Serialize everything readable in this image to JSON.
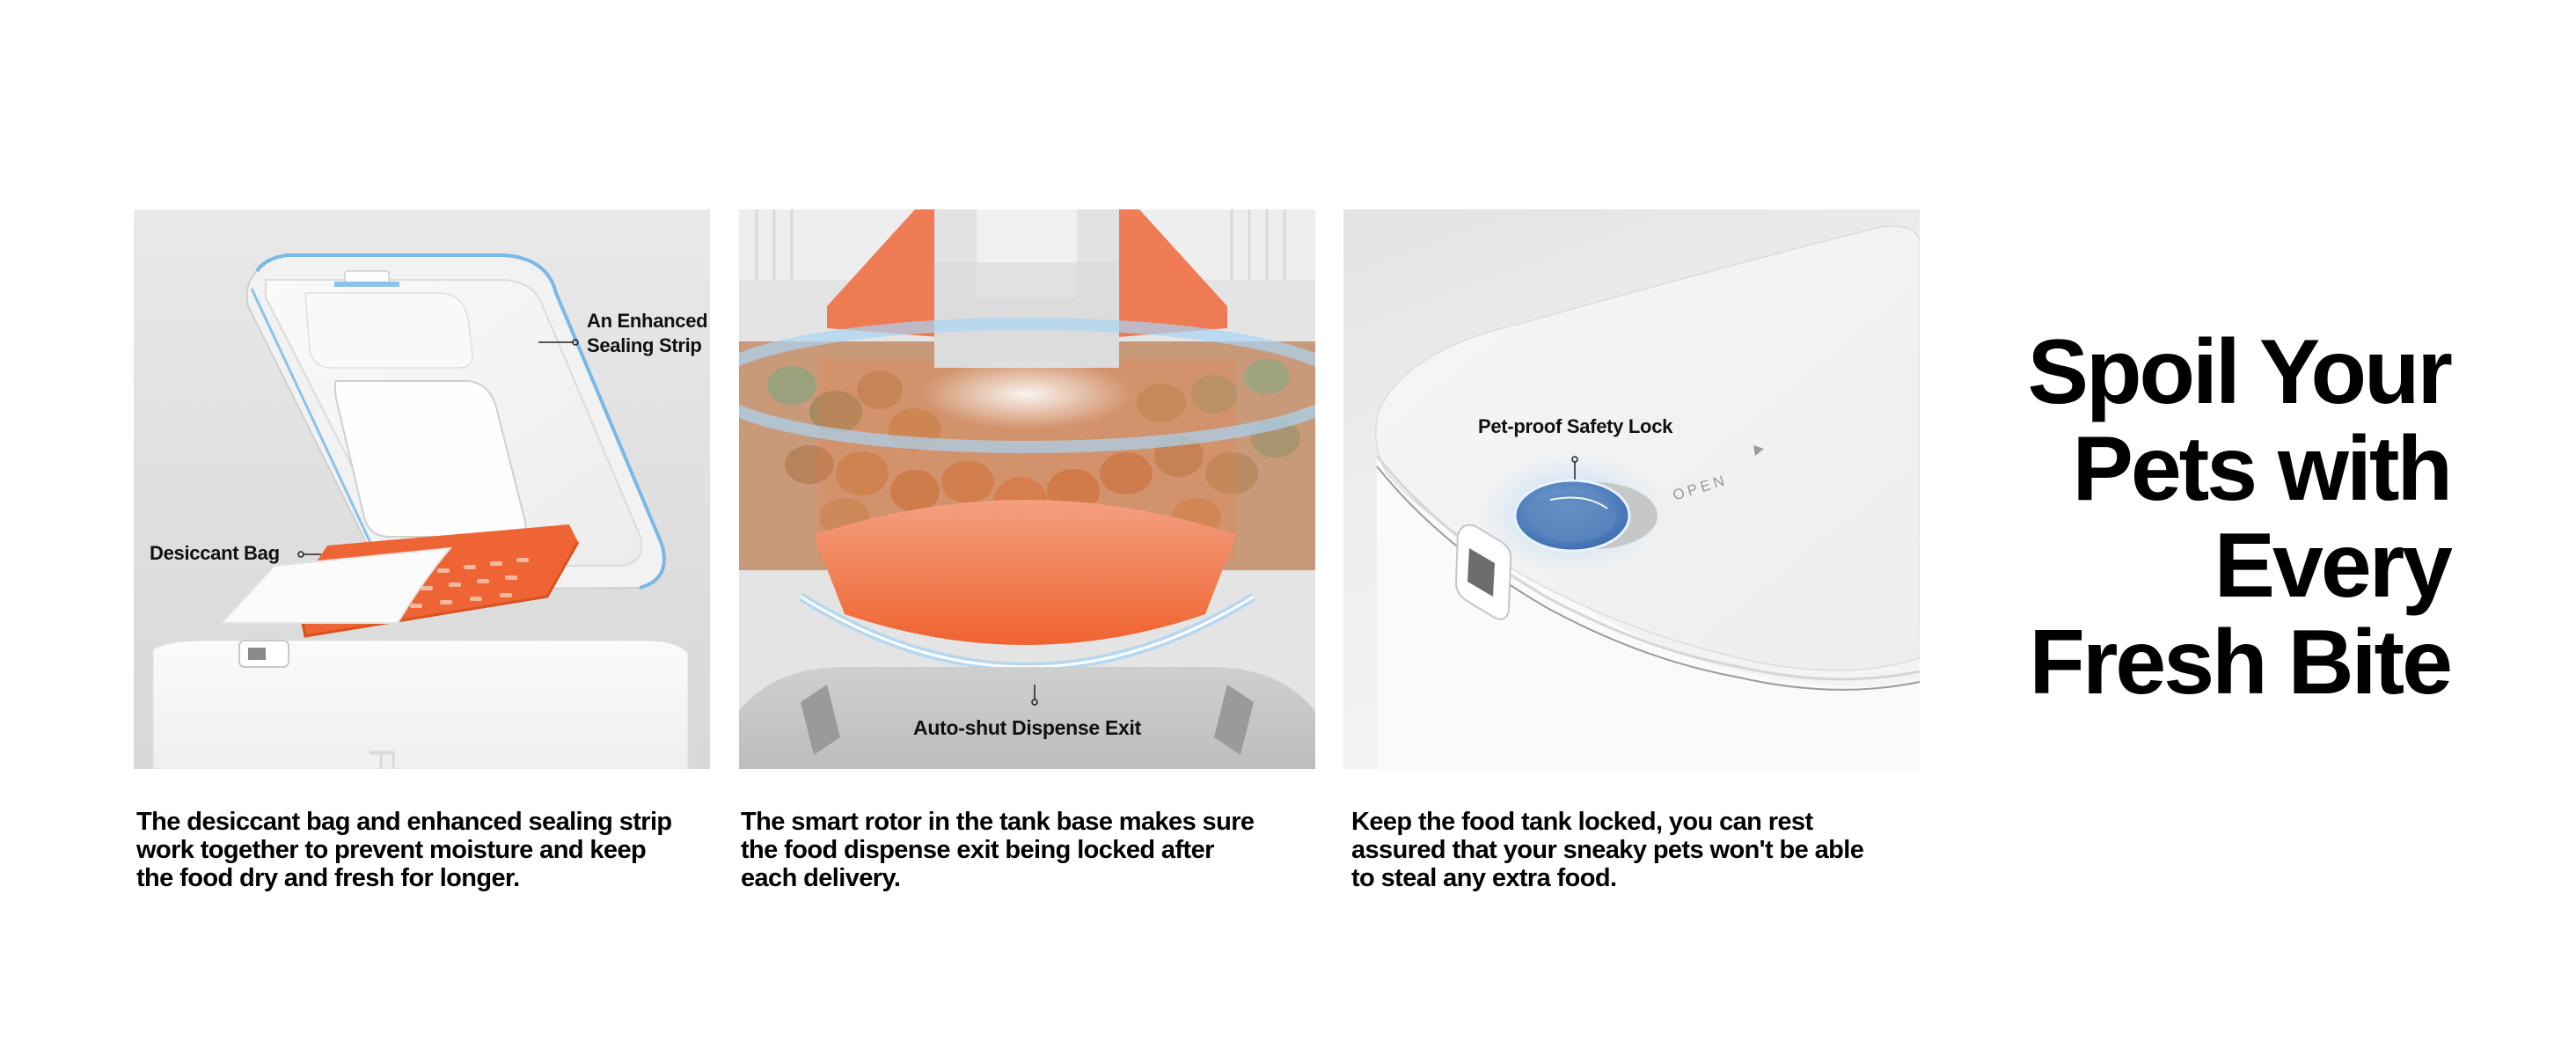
{
  "headline": {
    "lines": [
      "Spoil Your",
      "Pets with",
      "Every",
      "Fresh Bite"
    ]
  },
  "panels": [
    {
      "id": "desiccant",
      "callouts": {
        "sealing_strip": [
          "An Enhanced",
          "Sealing Strip"
        ],
        "desiccant_bag": "Desiccant Bag"
      },
      "embossed_text": "FR",
      "caption": [
        "The desiccant bag and enhanced sealing strip",
        "work together to prevent moisture and keep",
        "the food dry and fresh for longer."
      ]
    },
    {
      "id": "rotor",
      "callouts": {
        "dispense_exit": "Auto-shut Dispense Exit"
      },
      "caption": [
        "The smart rotor in the tank base makes sure",
        "the food dispense exit being locked after",
        "each delivery."
      ]
    },
    {
      "id": "lock",
      "callouts": {
        "safety_lock": "Pet-proof Safety Lock",
        "open_marking": "OPEN"
      },
      "caption": [
        "Keep the food tank locked, you can rest",
        "assured that your sneaky pets won't be able",
        "to steal any extra food."
      ]
    }
  ],
  "colors": {
    "accent_orange": "#f0602a",
    "seal_blue": "#7ab8e6",
    "kibble_brown": "#b9784a",
    "panel_gray": "#e4e4e4",
    "text": "#000000"
  }
}
